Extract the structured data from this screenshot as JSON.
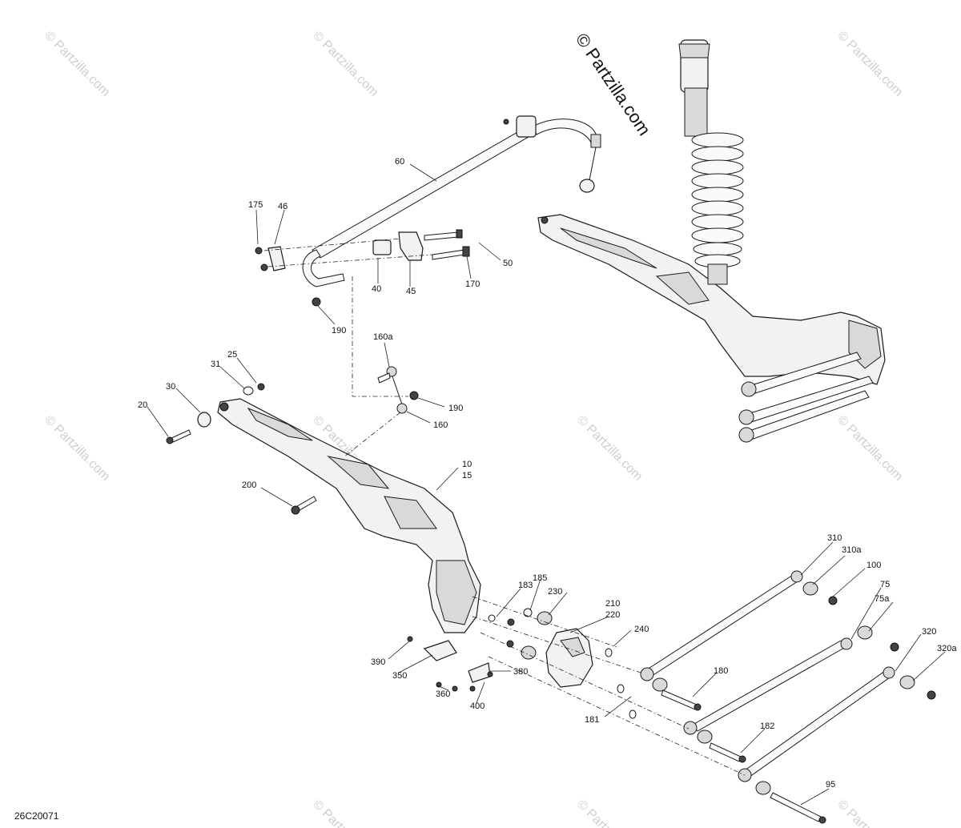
{
  "brand": "© Partzilla.com",
  "watermark": "© Partzilla.com",
  "diagram_code": "26C20071",
  "callouts": [
    "175",
    "46",
    "60",
    "50",
    "40",
    "45",
    "170",
    "190",
    "160a",
    "25",
    "31",
    "30",
    "20",
    "190",
    "160",
    "10",
    "15",
    "200",
    "183",
    "185",
    "230",
    "210",
    "220",
    "240",
    "390",
    "350",
    "380",
    "360",
    "400",
    "181",
    "180",
    "310",
    "310a",
    "100",
    "75",
    "75a",
    "320",
    "320a",
    "182",
    "95"
  ]
}
